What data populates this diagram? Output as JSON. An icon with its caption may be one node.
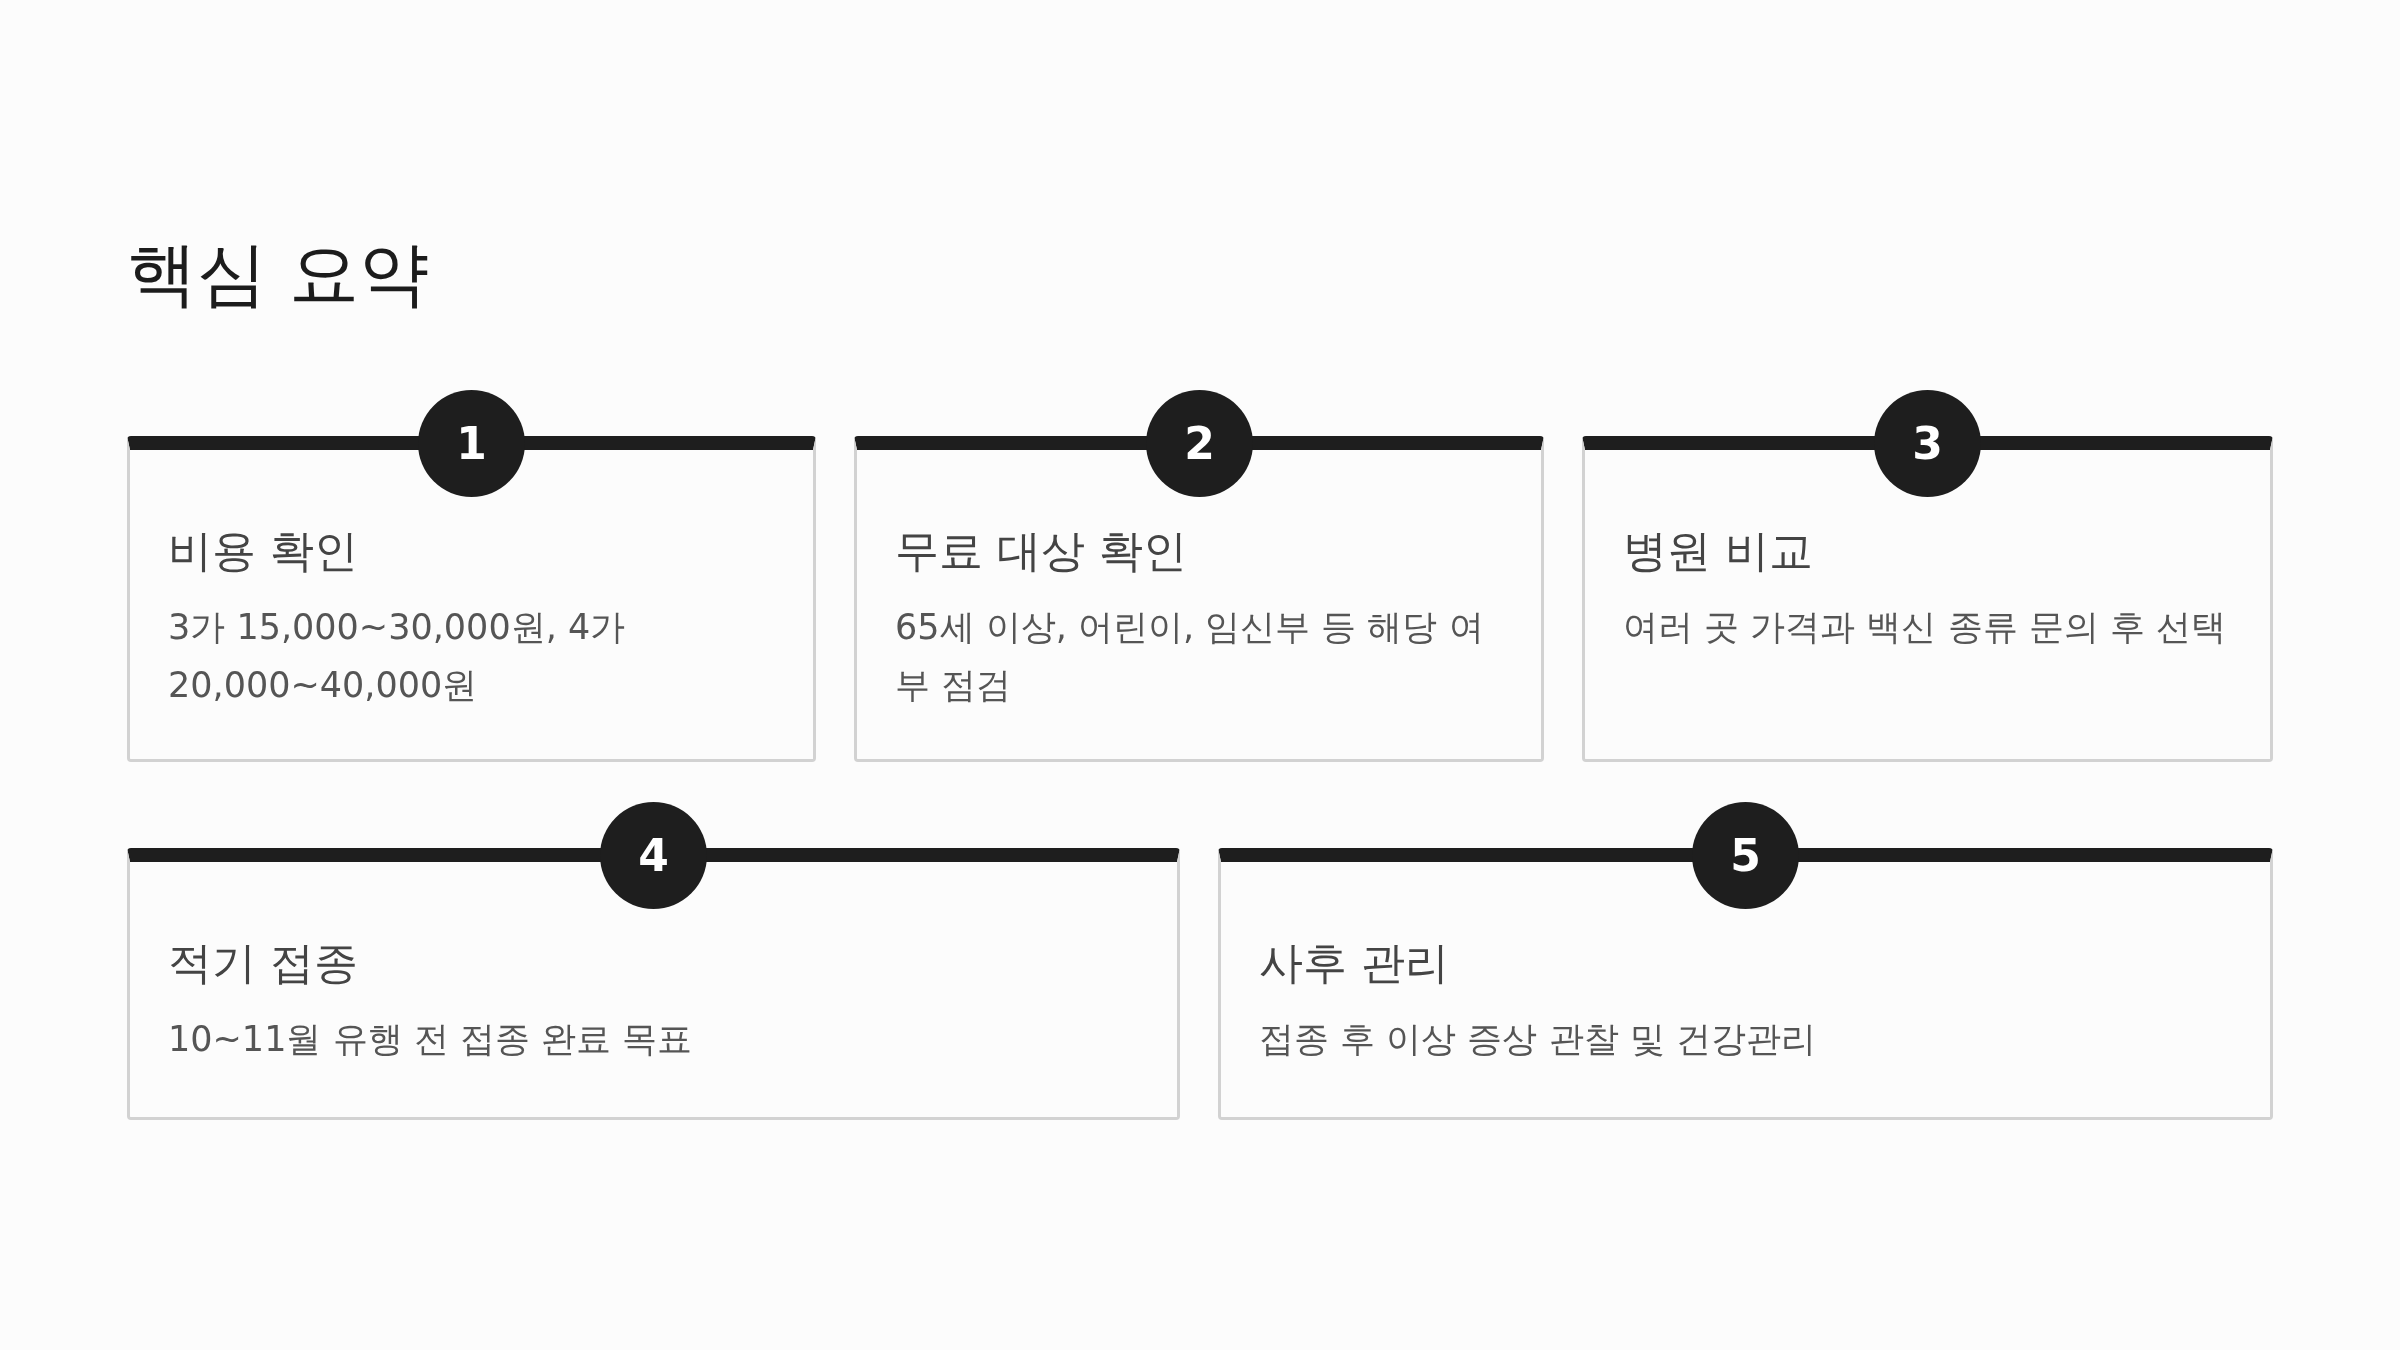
{
  "diagram": {
    "title": "핵심 요약",
    "nodes": [
      {
        "text": [
          "1"
        ]
      },
      {
        "text": [
          "비용 확인",
          "3가 15,000~30,000원, 4가 20,000~40,000원"
        ]
      },
      {
        "text": [
          "2"
        ]
      },
      {
        "text": [
          "무료 대상 확인",
          "65세 이상, 어린이, 임신부 등 해당 여부 점검"
        ]
      },
      {
        "text": [
          "3"
        ]
      },
      {
        "text": [
          "병원 비교",
          "여러 곳 가격과 백신 종류 문의 후 선택"
        ]
      },
      {
        "text": [
          "4"
        ]
      },
      {
        "text": [
          "적기 접종",
          "10~11월 유행 전 접종 완료 목표"
        ]
      },
      {
        "text": [
          "5"
        ]
      },
      {
        "text": [
          "사후 관리",
          "접종 후 이상 증상 관찰 및 건강관리"
        ]
      }
    ],
    "edges": []
  }
}
